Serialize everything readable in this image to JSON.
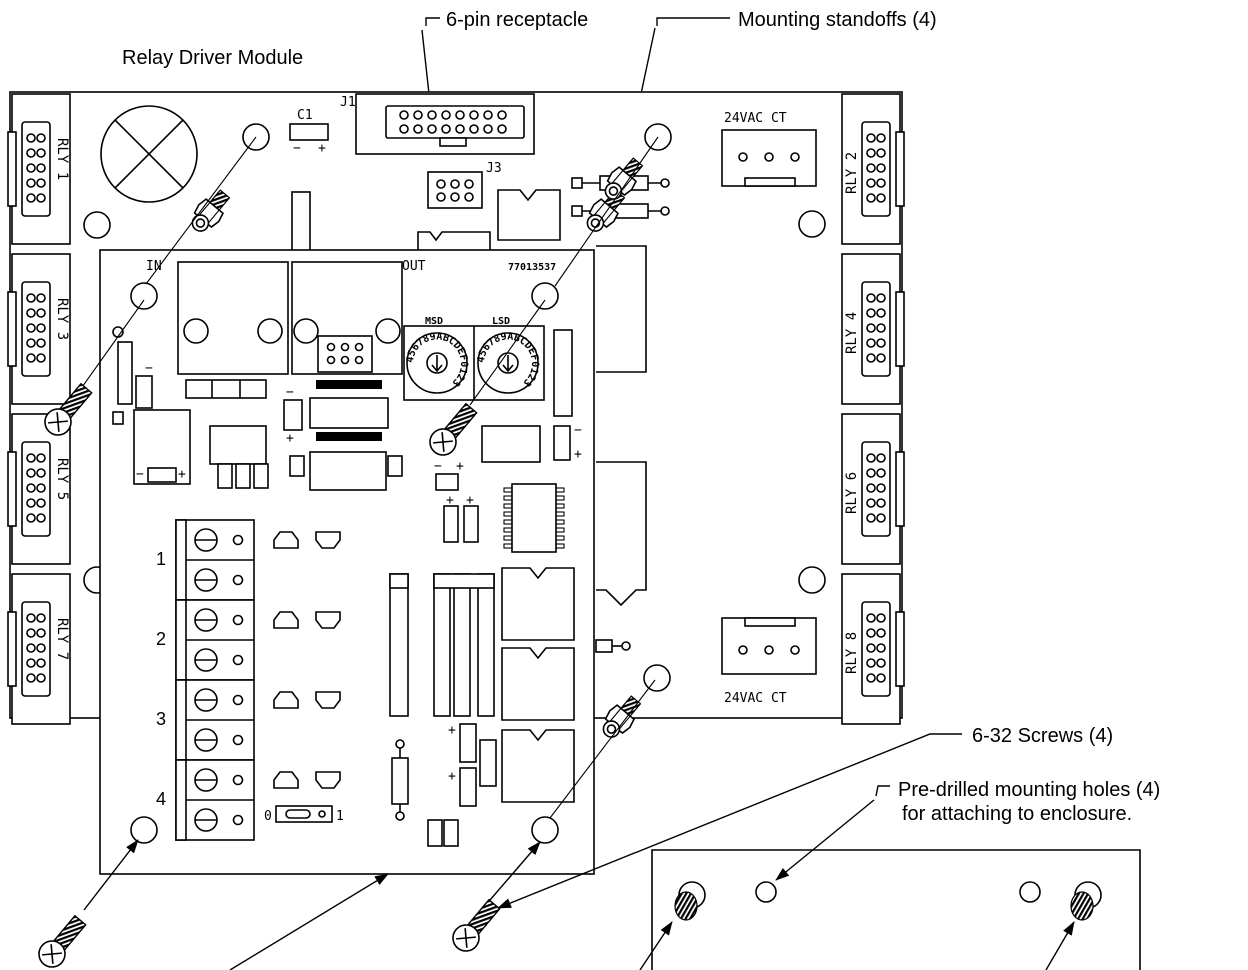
{
  "callouts": {
    "relay_driver_module": "Relay Driver Module",
    "six_pin_receptacle": "6-pin receptacle",
    "mounting_standoffs": "Mounting standoffs (4)",
    "screws": "6-32 Screws (4)",
    "predrilled_line1": "Pre-drilled mounting holes (4)",
    "predrilled_line2": "for attaching to enclosure."
  },
  "relay_board": {
    "relay_labels": [
      "RLY 1",
      "RLY 2",
      "RLY 3",
      "RLY 4",
      "RLY 5",
      "RLY 6",
      "RLY 7",
      "RLY 8"
    ],
    "power_label_top": "24VAC CT",
    "power_label_bottom": "24VAC CT",
    "cap_label": "C1",
    "cap_minus": "−",
    "cap_plus": "+",
    "j1_label": "J1",
    "j3_label": "J3"
  },
  "sub_board": {
    "in_label": "IN",
    "out_label": "OUT",
    "part_number": "77013537",
    "msd_label": "MSD",
    "lsd_label": "LSD",
    "dial_text": "456789ABCDEF0123",
    "terminal_numbers": [
      "1",
      "2",
      "3",
      "4"
    ],
    "jumper_left": "0",
    "jumper_right": "1",
    "plus": "+",
    "minus": "−"
  }
}
